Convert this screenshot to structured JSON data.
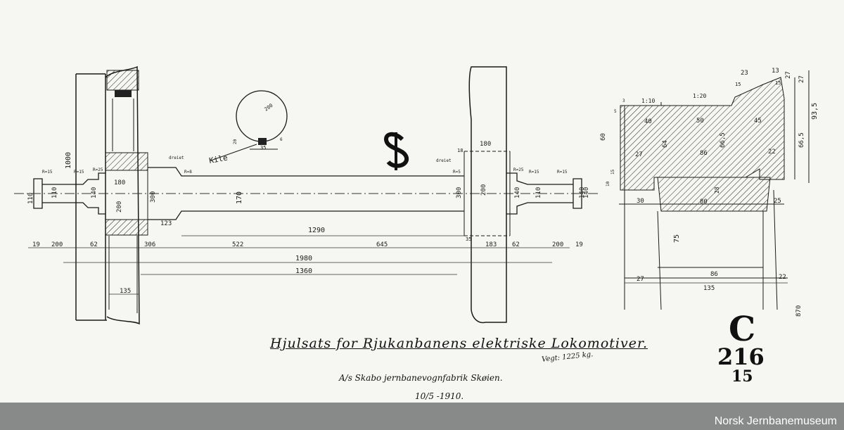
{
  "title": "Hjulsats for Rjukanbanens elektriske Lokomotiver.",
  "weight": "Vegt: 1225 kg.",
  "maker": "A/s Skabo jernbanevognfabrik Skøien.",
  "date": "10/5 -1910.",
  "drawing_code": {
    "letter": "C",
    "number": "216",
    "sheet": "15"
  },
  "footer_credit": "Norsk Jernbanemuseum",
  "labels": {
    "kile": "Kile",
    "dreiet_a": "dreiet",
    "dreiet_b": "dreiet",
    "scale_1": "1:10",
    "scale_2": "1:20"
  },
  "dimensions": {
    "main": [
      "19",
      "200",
      "62",
      "306",
      "522",
      "645",
      "183",
      "62",
      "200",
      "19",
      "1290",
      "1980",
      "1360",
      "135",
      "180",
      "200",
      "170",
      "300",
      "140",
      "110",
      "1000",
      "140",
      "110",
      "200",
      "300",
      "180",
      "140",
      "110",
      "140",
      "123",
      "35",
      "18"
    ],
    "radii": [
      "R=15",
      "R=15",
      "R=25",
      "R=8",
      "R=5",
      "R=25",
      "R=15",
      "R=15"
    ],
    "key": [
      "200",
      "20",
      "35",
      "6"
    ],
    "profile": [
      "27",
      "23",
      "13",
      "15",
      "15",
      "27",
      "93,5",
      "66,5",
      "60",
      "40",
      "50",
      "45",
      "64",
      "66,5",
      "27",
      "86",
      "22",
      "28",
      "80",
      "30",
      "25",
      "75",
      "27",
      "86",
      "22",
      "135",
      "870",
      "5",
      "10",
      "15",
      "3"
    ]
  }
}
